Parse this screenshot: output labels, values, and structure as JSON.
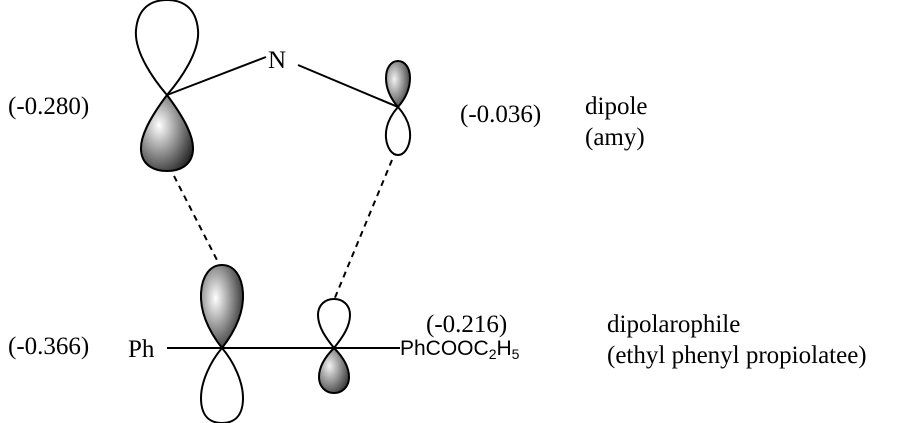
{
  "dipole": {
    "atom_label": "N",
    "coef_left": "(-0.280)",
    "coef_right": "(-0.036)",
    "name": "dipole",
    "name_sub": "(amy)"
  },
  "dipolarophile": {
    "left_group": "Ph",
    "coef_left": "(-0.366)",
    "coef_right": "(-0.216)",
    "right_group_main": "PhCOOC",
    "right_group_sub1": "2",
    "right_group_mid": "H",
    "right_group_sub2": "5",
    "name": "dipolarophile",
    "name_sub": "(ethyl phenyl propiolatee)"
  },
  "colors": {
    "ink": "#000000",
    "shade_dark": "#2b2b2b",
    "shade_light": "#ffffff"
  }
}
